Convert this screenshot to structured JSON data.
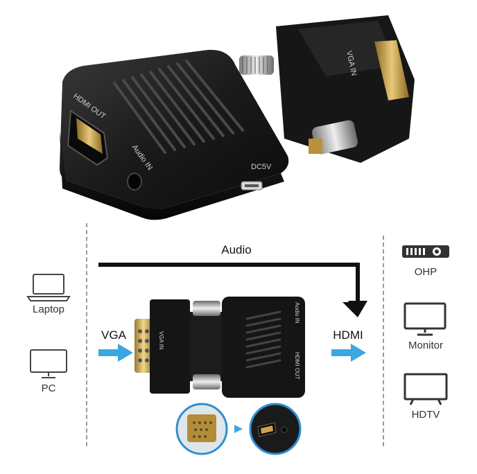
{
  "product": {
    "label_hdmi_out": "HDMI OUT",
    "label_audio_in": "Audio IN",
    "label_vga_in": "VGA IN",
    "label_dc5v": "DC5V"
  },
  "diagram": {
    "audio_label": "Audio",
    "vga_label": "VGA",
    "hdmi_label": "HDMI",
    "sources": [
      {
        "label": "Laptop",
        "icon": "laptop-icon"
      },
      {
        "label": "PC",
        "icon": "pc-monitor-icon"
      }
    ],
    "outputs": [
      {
        "label": "OHP",
        "icon": "projector-icon"
      },
      {
        "label": "Monitor",
        "icon": "monitor-icon"
      },
      {
        "label": "HDTV",
        "icon": "hdtv-icon"
      }
    ],
    "adapter_labels": {
      "vga_in": "VGA IN",
      "audio_in": "Audio IN",
      "hdmi_out": "HDMI OUT"
    }
  },
  "colors": {
    "arrow_blue": "#3aa8e0",
    "body_black": "#151515",
    "gold": "#c9a24a"
  }
}
